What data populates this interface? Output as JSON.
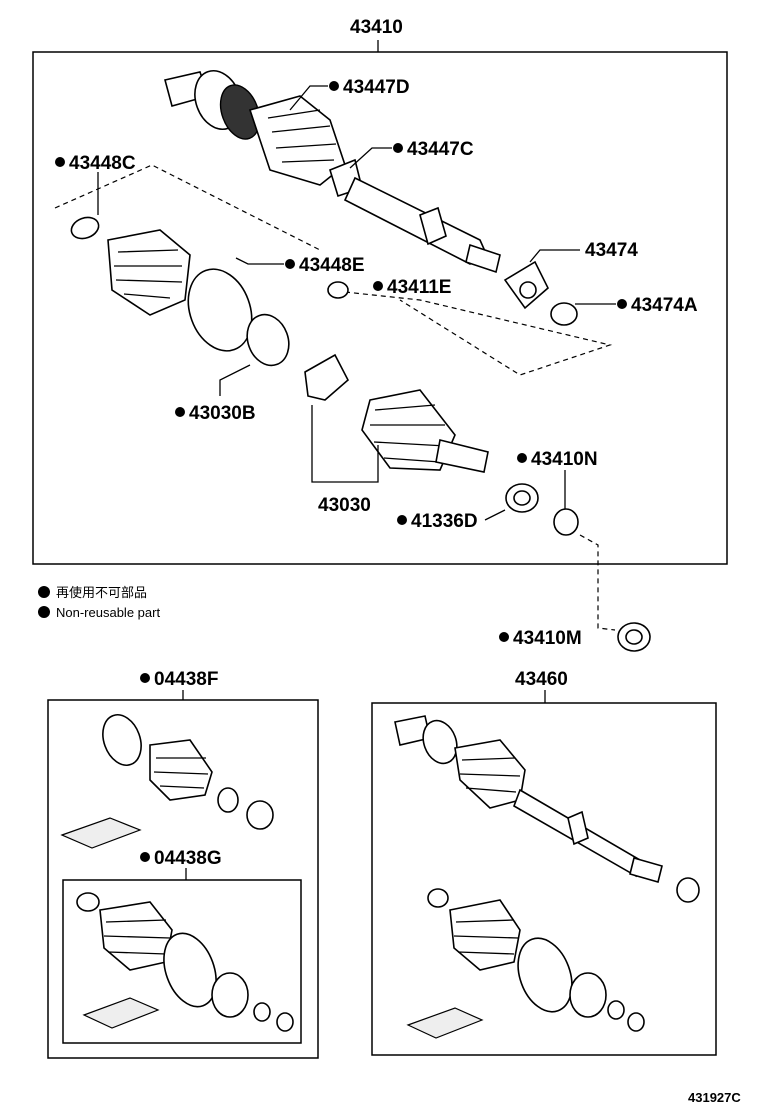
{
  "assembly": {
    "main": "43410",
    "rebuilt": "43460"
  },
  "kits": {
    "outer": "04438F",
    "inner": "04438G"
  },
  "callouts": {
    "c43447D": "43447D",
    "c43447C": "43447C",
    "c43448C": "43448C",
    "c43448E": "43448E",
    "c43411E": "43411E",
    "c43474": "43474",
    "c43474A": "43474A",
    "c43030B": "43030B",
    "c43030": "43030",
    "c43410N": "43410N",
    "c41336D": "41336D",
    "c43410M": "43410M"
  },
  "legend": {
    "japanese": "再使用不可部品",
    "english": "Non-reusable part"
  },
  "footer": {
    "code": "431927C"
  },
  "colors": {
    "ink": "#000000",
    "background": "#ffffff"
  },
  "icons": {
    "bullet": "filled-circle",
    "part_sketches": "line-art"
  }
}
